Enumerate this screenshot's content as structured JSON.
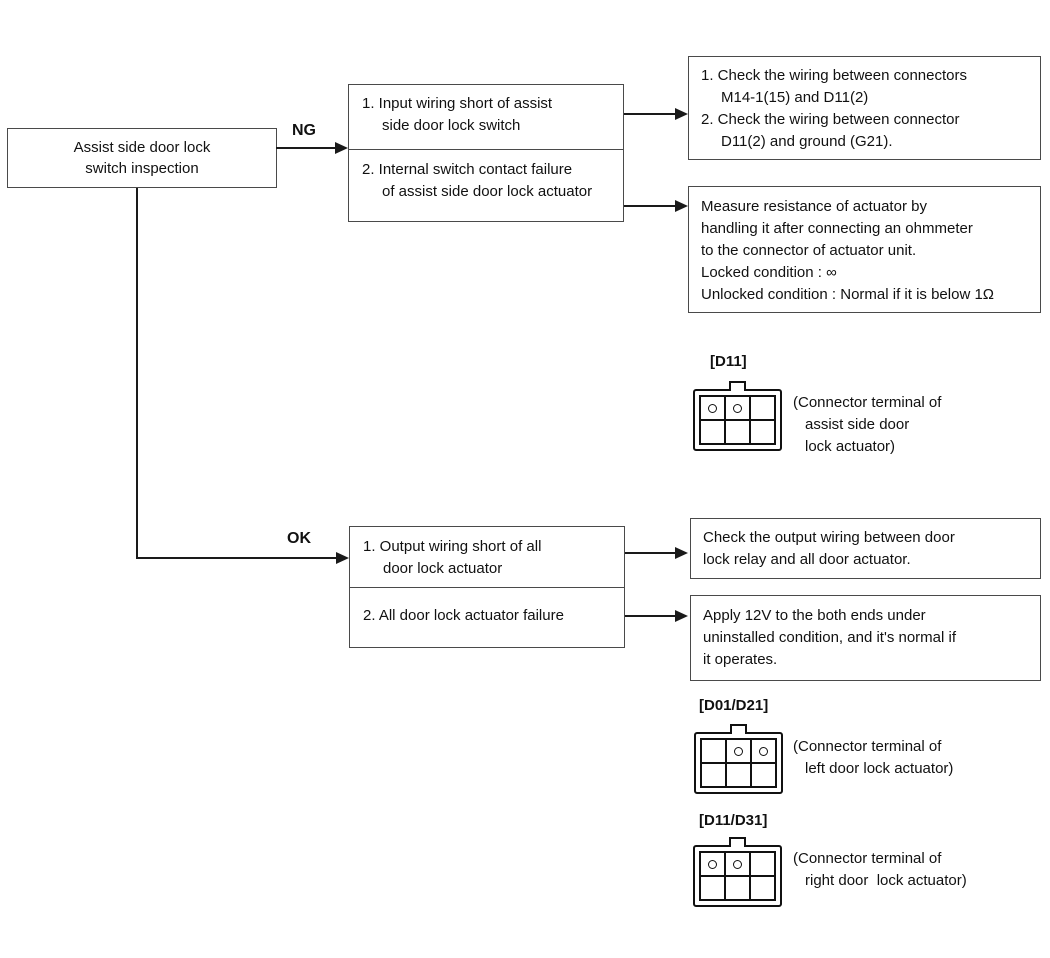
{
  "colors": {
    "background": "#ffffff",
    "box_border": "#4a4a4a",
    "line": "#1a1a1a",
    "text": "#111111"
  },
  "root_box": {
    "line1": "Assist side door lock",
    "line2": "switch inspection"
  },
  "branch_ng": {
    "label": "NG",
    "causes": {
      "item1_line1": "1. Input wiring short of assist",
      "item1_line2": "side door lock switch",
      "item2_line1": "2. Internal switch contact failure",
      "item2_line2": "of assist side door lock actuator"
    },
    "action_wiring": {
      "line1": "1. Check the wiring between connectors",
      "line2": "M14-1(15) and D11(2)",
      "line3": "2. Check the wiring between connector",
      "line4": "D11(2) and ground (G21)."
    },
    "action_resistance": {
      "line1": "Measure resistance of actuator by",
      "line2": "handling it after connecting an ohmmeter",
      "line3": "to the connector of actuator unit.",
      "line4": "Locked condition : ∞",
      "line5": "Unlocked condition : Normal if it is below 1Ω"
    },
    "connector_d11": {
      "label": "[D11]",
      "caption_line1": "(Connector terminal of",
      "caption_line2": "assist side door",
      "caption_line3": "lock actuator)"
    }
  },
  "branch_ok": {
    "label": "OK",
    "causes": {
      "item1_line1": "1. Output wiring short of all",
      "item1_line2": "door lock actuator",
      "item2_line1": "2. All door lock actuator failure"
    },
    "action_output_wiring": {
      "line1": "Check the output wiring between door",
      "line2": "lock relay and all door actuator."
    },
    "action_apply_12v": {
      "line1": "Apply 12V to the both ends under",
      "line2": "uninstalled condition, and it's normal if",
      "line3": "it operates."
    },
    "connector_d01_d21": {
      "label": "[D01/D21]",
      "caption_line1": "(Connector terminal of",
      "caption_line2": "left door lock actuator)"
    },
    "connector_d11_d31": {
      "label": "[D11/D31]",
      "caption_line1": "(Connector terminal of",
      "caption_line2": "right door  lock actuator)"
    }
  }
}
